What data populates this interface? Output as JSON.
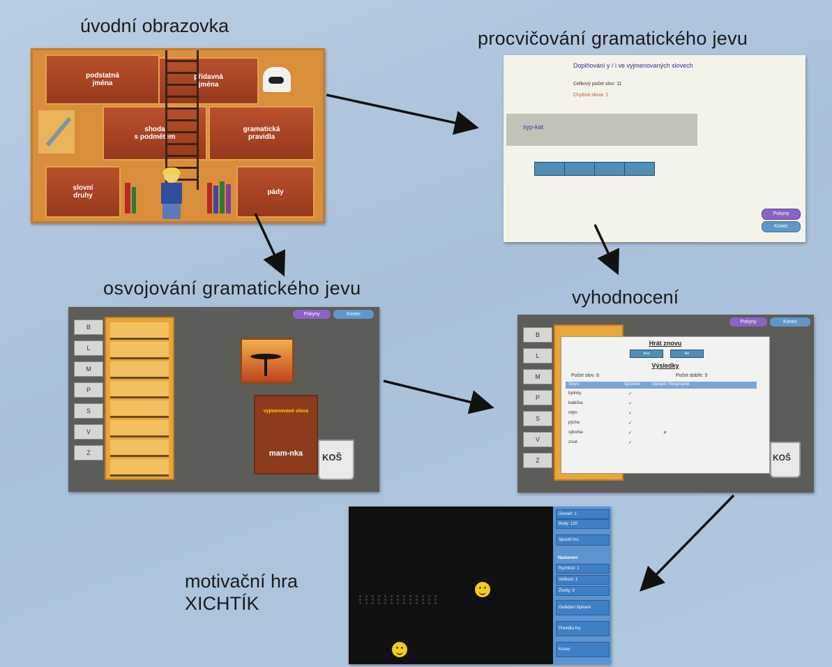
{
  "captions": {
    "intro": "úvodní obrazovka",
    "practice": "procvičování gramatického jevu",
    "learning": "osvojování gramatického jevu",
    "evaluation": "vyhodnocení",
    "game_line1": "motivační hra",
    "game_line2": "XICHTÍK"
  },
  "intro_screen": {
    "books": [
      {
        "line1": "podstatná",
        "line2": "jména"
      },
      {
        "line1": "přídavná",
        "line2": "jména"
      },
      {
        "line1": "shoda",
        "line2": "s podmětem"
      },
      {
        "line1": "gramatická",
        "line2": "pravidla"
      },
      {
        "line1": "slovní",
        "line2": "druhy"
      },
      {
        "line1": "pády",
        "line2": ""
      }
    ]
  },
  "practice_screen": {
    "title": "Doplňování y / i ve vyjmenovaných slovech",
    "total_words": "Celkový počet slov: 11",
    "wrong_words": "Chybná slova: 1",
    "word": "syp-kat",
    "buttons": [
      "Pokyny",
      "Konec"
    ]
  },
  "learning_screen": {
    "letters": [
      "B",
      "L",
      "M",
      "P",
      "S",
      "V",
      "Z"
    ],
    "top_buttons": [
      "Pokyny",
      "Konec"
    ],
    "card_word": "mam-nka",
    "card_subtitle": "vyjmenované slovo",
    "trash_label": "KOŠ"
  },
  "evaluation_screen": {
    "letters": [
      "B",
      "L",
      "M",
      "P",
      "S",
      "V",
      "Z"
    ],
    "top_buttons": [
      "Pokyny",
      "Konec"
    ],
    "play_again": "Hrát znovu",
    "play_buttons": [
      "Ano",
      "Ne"
    ],
    "results_title": "Výsledky",
    "total_words": "Počet slov: 6",
    "correct_words": "Počet dobře: 5",
    "table_headers": [
      "Slovo",
      "Správně",
      "Opravit / Nesprávně"
    ],
    "table_rows": [
      [
        "bylinky",
        "✓",
        ""
      ],
      [
        "babička",
        "✓",
        ""
      ],
      [
        "mlýn",
        "✓",
        ""
      ],
      [
        "pýcha",
        "✓",
        ""
      ],
      [
        "sýkorka",
        "✓",
        "✗"
      ],
      [
        "zívat",
        "✓",
        ""
      ]
    ],
    "trash_label": "KOŠ"
  },
  "game_screen": {
    "side_items": [
      "Úroveň: 1",
      "Body: 120",
      "Spustit hru",
      "Nastavení",
      "Rychlost: 1",
      "Velikost: 1",
      "Životy: 3",
      "Ovládání šipkami",
      "Pravidla hry",
      "Konec"
    ]
  }
}
